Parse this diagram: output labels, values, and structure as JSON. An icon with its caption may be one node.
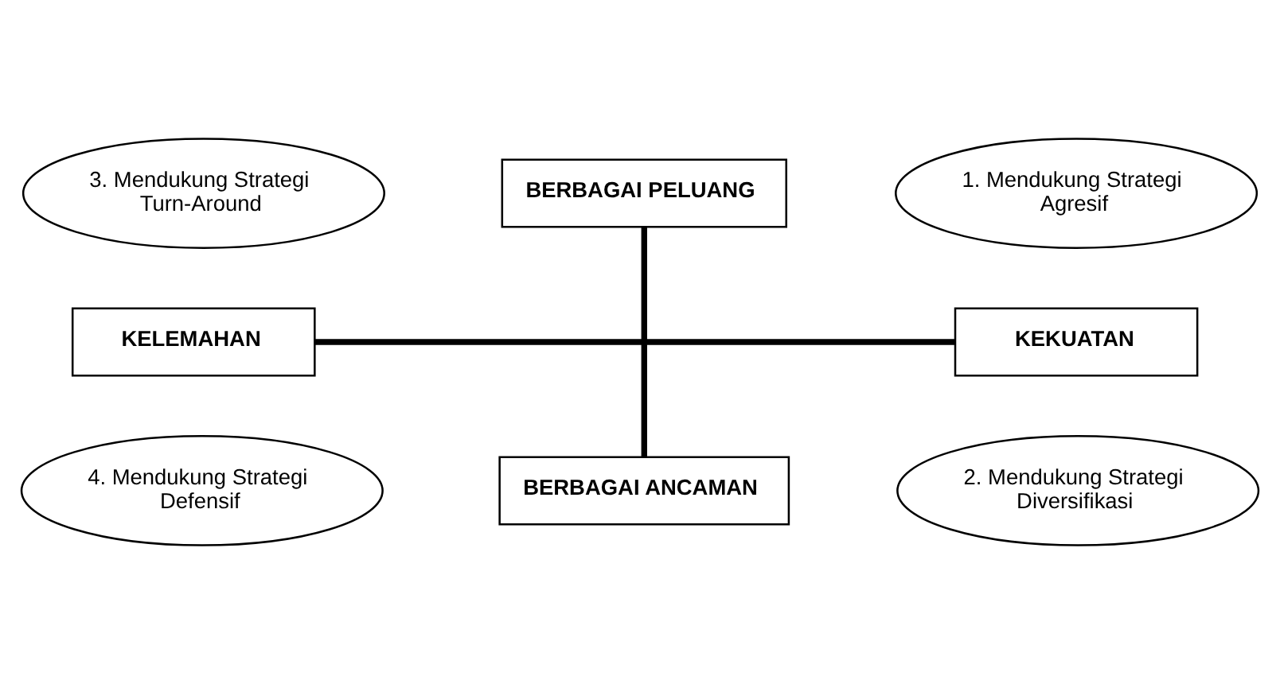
{
  "diagram": {
    "nodes": [
      {
        "text": [
          "BERBAGAI PELUANG"
        ]
      },
      {
        "text": [
          "3. Mendukung Strategi Turn-Around"
        ]
      },
      {
        "text": [
          "1. Mendukung Strategi Agresif"
        ]
      },
      {
        "text": [
          "KELEMAHAN"
        ]
      },
      {
        "text": [
          "KEKUATAN"
        ]
      },
      {
        "text": [
          "4. Mendukung Strategi Defensif"
        ]
      },
      {
        "text": [
          "2. Mendukung Strategi Diversifikasi"
        ]
      },
      {
        "text": [
          "BERBAGAI ANCAMAN"
        ]
      }
    ],
    "edges": [
      {
        "from": 0,
        "to": 7,
        "arrow": "none"
      },
      {
        "from": 3,
        "to": 4,
        "arrow": "none"
      }
    ]
  }
}
